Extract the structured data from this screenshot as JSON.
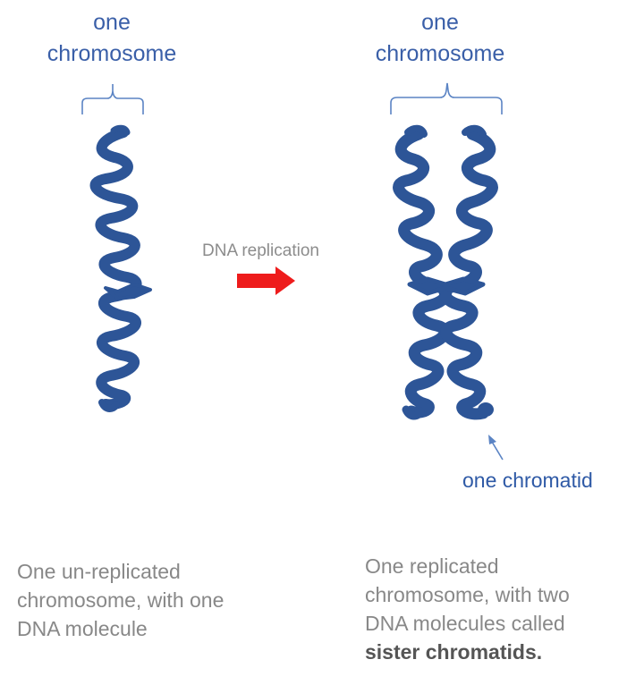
{
  "labels": {
    "left_top_line1": "one",
    "left_top_line2": "chromosome",
    "right_top_line1": "one",
    "right_top_line2": "chromosome",
    "arrow": "DNA replication",
    "chromatid": "one chromatid"
  },
  "captions": {
    "left_line1": "One un-replicated",
    "left_line2": "chromosome, with one",
    "left_line3": "DNA molecule",
    "right_line1": "One replicated",
    "right_line2": "chromosome, with two",
    "right_line3": "DNA molecules called",
    "right_emphasis": "sister chromatids."
  },
  "colors": {
    "chromosome": "#2d5597",
    "bracket": "#5b84c4",
    "arrow": "#ee1c1c",
    "label_blue": "#3a5fa8",
    "caption_gray": "#888888"
  }
}
